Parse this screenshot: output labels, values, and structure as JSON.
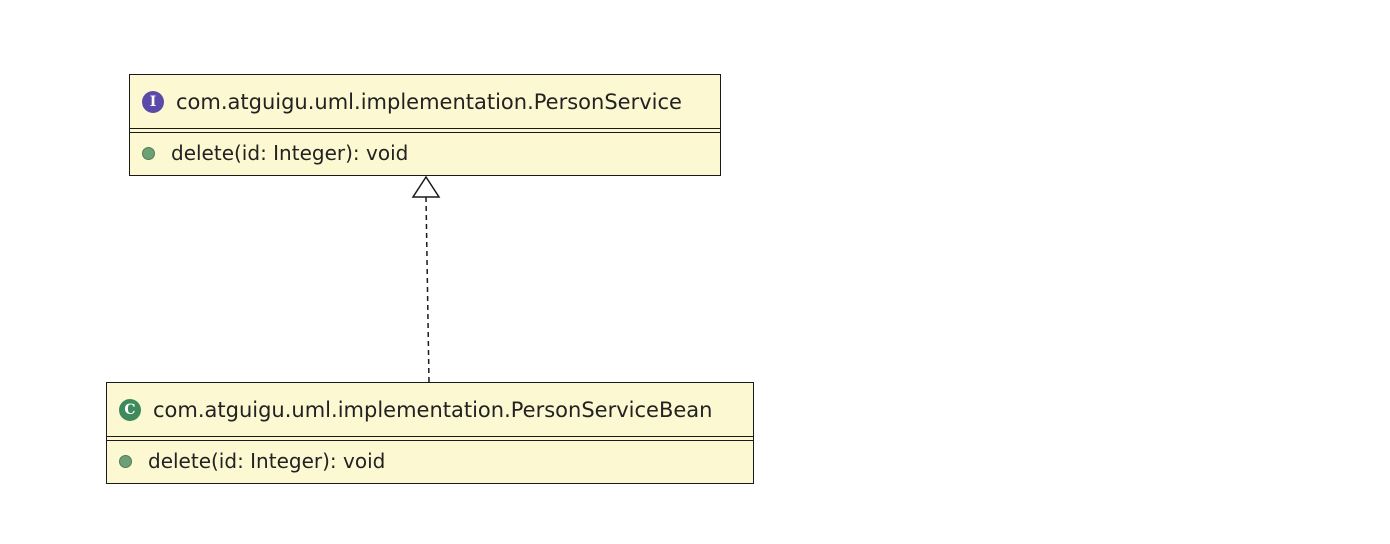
{
  "diagram": {
    "interface": {
      "icon": "interface-icon",
      "icon_letter": "I",
      "name": "com.atguigu.uml.implementation.PersonService",
      "methods": [
        {
          "signature": "delete(id: Integer): void"
        }
      ]
    },
    "implementing_class": {
      "icon": "class-icon",
      "icon_letter": "C",
      "name": "com.atguigu.uml.implementation.PersonServiceBean",
      "methods": [
        {
          "signature": "delete(id: Integer): void"
        }
      ]
    },
    "relationship": {
      "type": "realization",
      "from": "com.atguigu.uml.implementation.PersonServiceBean",
      "to": "com.atguigu.uml.implementation.PersonService"
    },
    "colors": {
      "box_fill": "#fcf8d2",
      "border": "#1a1a1a",
      "interface_icon": "#5b4aa8",
      "class_icon": "#3e8a5c",
      "method_dot": "#6ea077"
    }
  }
}
